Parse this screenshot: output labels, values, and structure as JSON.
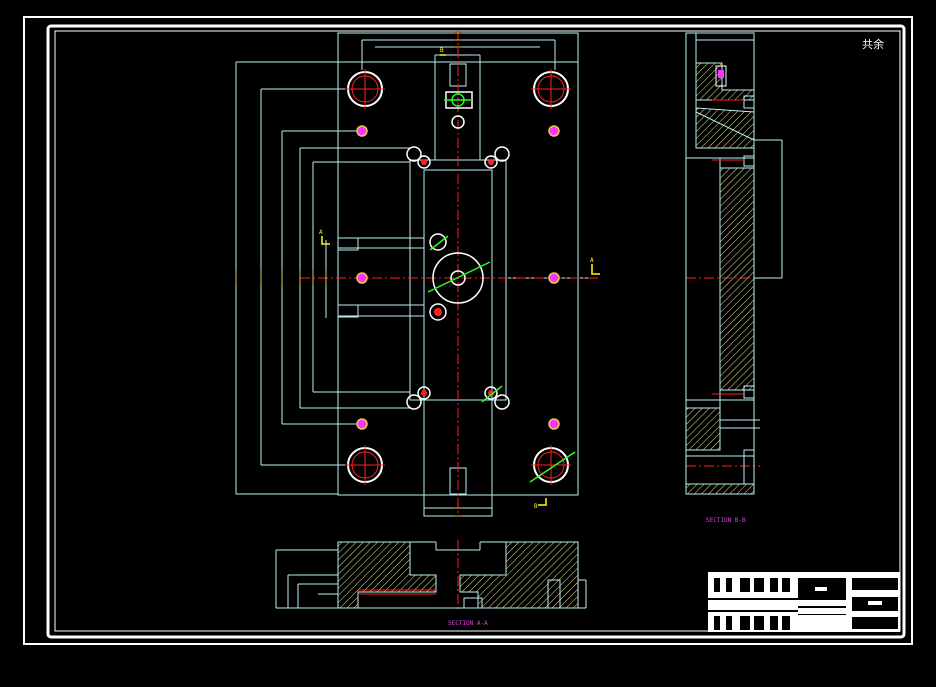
{
  "drawing": {
    "corner_text": "共余",
    "section_a_label": "SECTION A-A",
    "section_b_label": "SECTION B-B",
    "cut_marker_a": "A",
    "cut_marker_b": "B"
  },
  "colors": {
    "background": "#000000",
    "border": "#ffffff",
    "outline": "#b8f0f0",
    "centerline": "#ff2020",
    "hatch": "#e8e890",
    "hole_ring": "#ffffff",
    "pin": "#ff33ff",
    "dimension_text": "#e6c84a",
    "section_label": "#e040e0",
    "accent": "#22ff22",
    "cut_marker": "#ffff00"
  }
}
